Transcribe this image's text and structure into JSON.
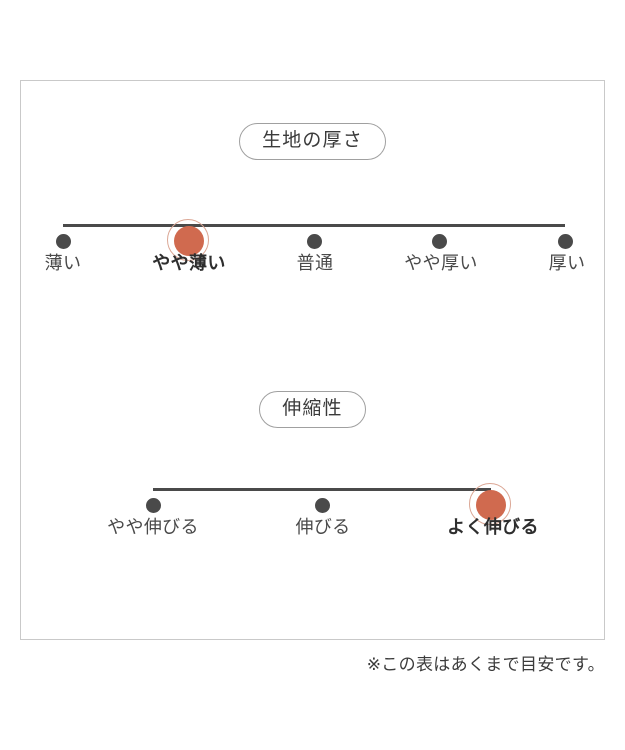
{
  "panel": {
    "footnote": "※この表はあくまで目安です。"
  },
  "colors": {
    "selected_dot": "#d06a4f",
    "selected_ring": "#dba795",
    "dot": "#4a4a4a",
    "track": "#4a4a4a",
    "panel_border": "#c9c9c9",
    "pill_border": "#a0a0a0"
  },
  "chart_data": {
    "type": "scale",
    "title": "",
    "sections": [
      {
        "heading": "生地の厚さ",
        "categories": [
          "薄い",
          "やや薄い",
          "普通",
          "やや厚い",
          "厚い"
        ],
        "selected_index": 1,
        "selected_label": "やや薄い",
        "positions_pct": [
          0,
          25,
          50,
          75,
          100
        ]
      },
      {
        "heading": "伸縮性",
        "categories": [
          "やや伸びる",
          "伸びる",
          "よく伸びる"
        ],
        "selected_index": 2,
        "selected_label": "よく伸びる",
        "positions_pct": [
          0,
          50,
          100
        ]
      }
    ]
  }
}
